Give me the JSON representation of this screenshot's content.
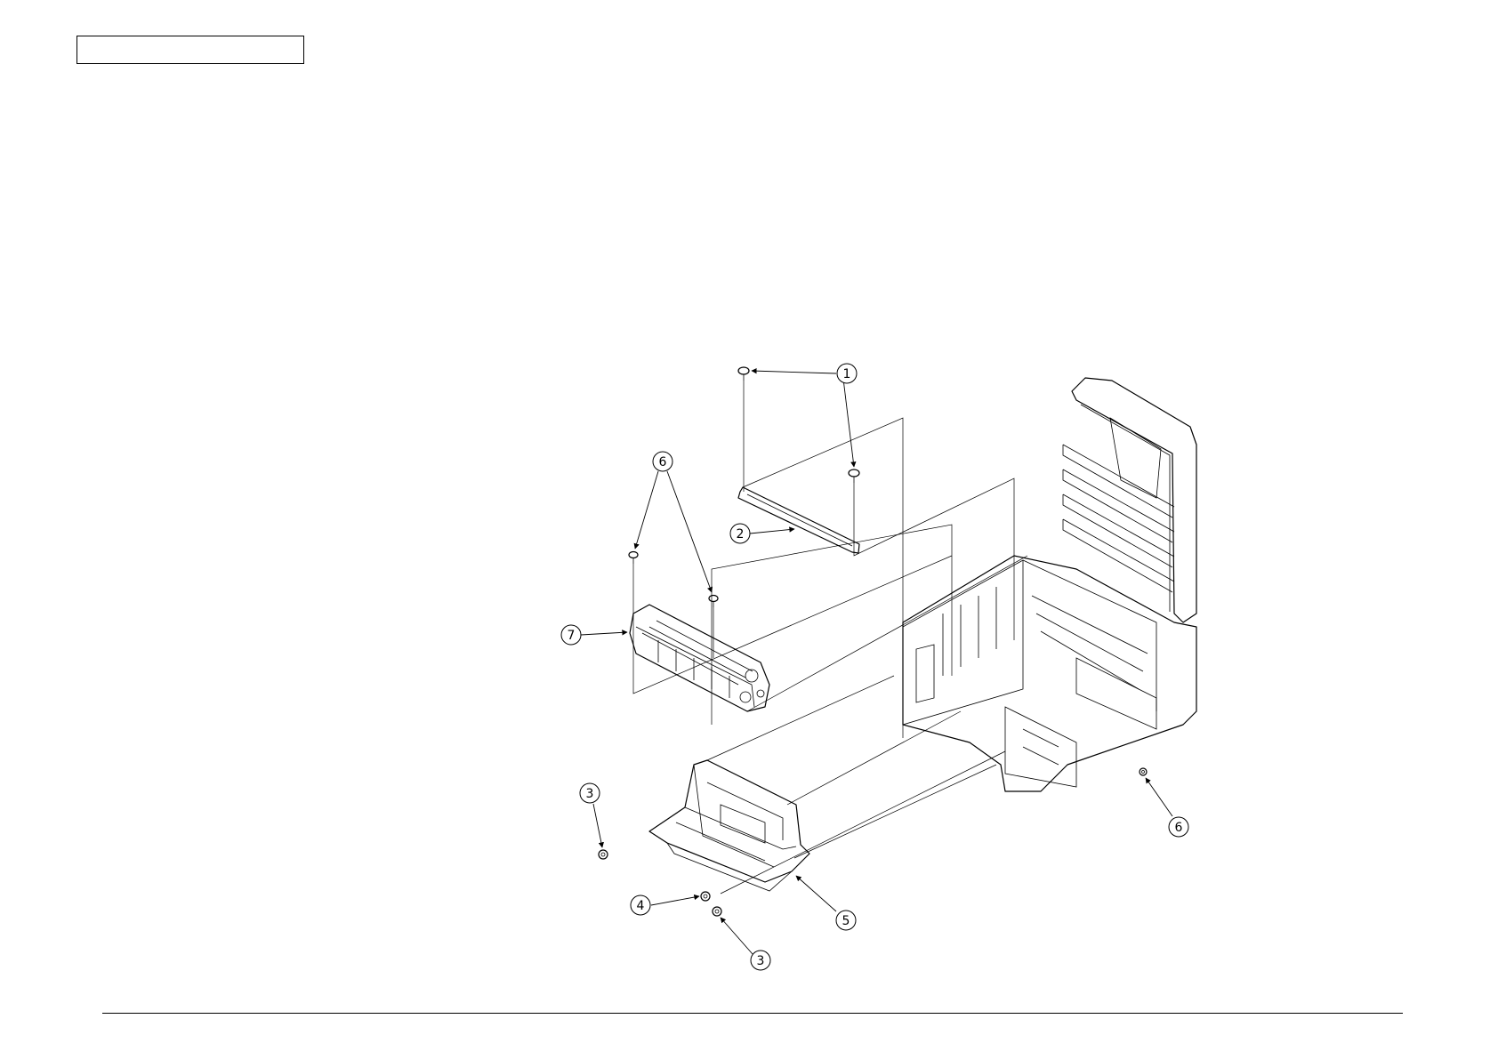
{
  "header": {
    "box_text": ""
  },
  "callouts": {
    "c1": "1",
    "c2": "2",
    "c3a": "3",
    "c3b": "3",
    "c4": "4",
    "c5": "5",
    "c6a": "6",
    "c6b": "6",
    "c7": "7"
  }
}
